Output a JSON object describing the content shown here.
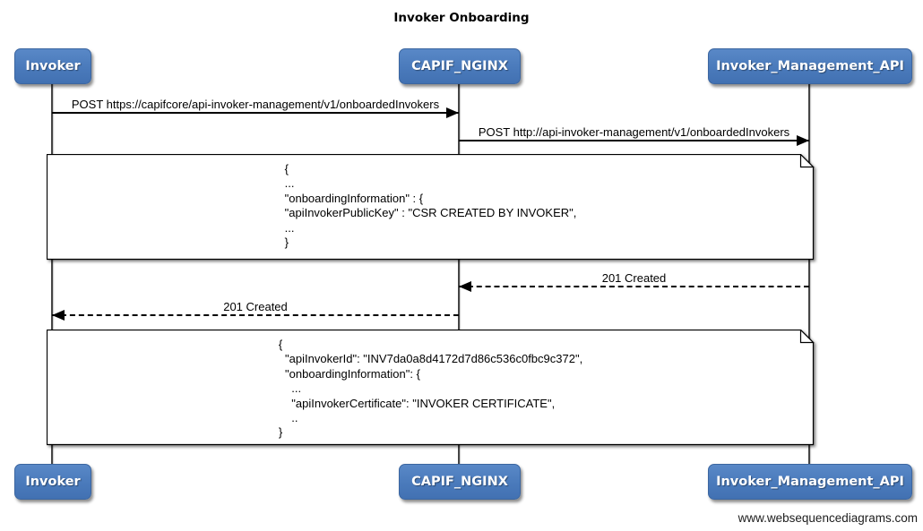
{
  "title": "Invoker Onboarding",
  "footer": "www.websequencediagrams.com",
  "actors": [
    {
      "name": "Invoker"
    },
    {
      "name": "CAPIF_NGINX"
    },
    {
      "name": "Invoker_Management_API"
    }
  ],
  "messages": [
    {
      "text": "POST https://capifcore/api-invoker-management/v1/onboardedInvokers",
      "from": "Invoker",
      "to": "CAPIF_NGINX",
      "line": "solid",
      "direction": "right"
    },
    {
      "text": "POST http://api-invoker-management/v1/onboardedInvokers",
      "from": "CAPIF_NGINX",
      "to": "Invoker_Management_API",
      "line": "solid",
      "direction": "right"
    },
    {
      "text": "201 Created",
      "from": "Invoker_Management_API",
      "to": "CAPIF_NGINX",
      "line": "dashed",
      "direction": "left"
    },
    {
      "text": "201 Created",
      "from": "CAPIF_NGINX",
      "to": "Invoker",
      "line": "dashed",
      "direction": "left"
    }
  ],
  "notes": [
    {
      "lines": [
        "{",
        "...",
        "\"onboardingInformation\" : {",
        "\"apiInvokerPublicKey\" : \"CSR CREATED BY INVOKER\",",
        "...",
        "}"
      ]
    },
    {
      "lines": [
        "{",
        "  \"apiInvokerId\": \"INV7da0a8d4172d7d86c536c0fbc9c372\",",
        "  \"onboardingInformation\": {",
        "    ...",
        "    \"apiInvokerCertificate\": \"INVOKER CERTIFICATE\",",
        "    ..",
        "}"
      ]
    }
  ],
  "colors": {
    "actor_fill": "#4A7ABB",
    "actor_border": "#3C66A0",
    "actor_text": "#FFFFFF",
    "note_fill": "#FFFFFF",
    "line_color": "#000000",
    "background": "#FFFFFF"
  }
}
